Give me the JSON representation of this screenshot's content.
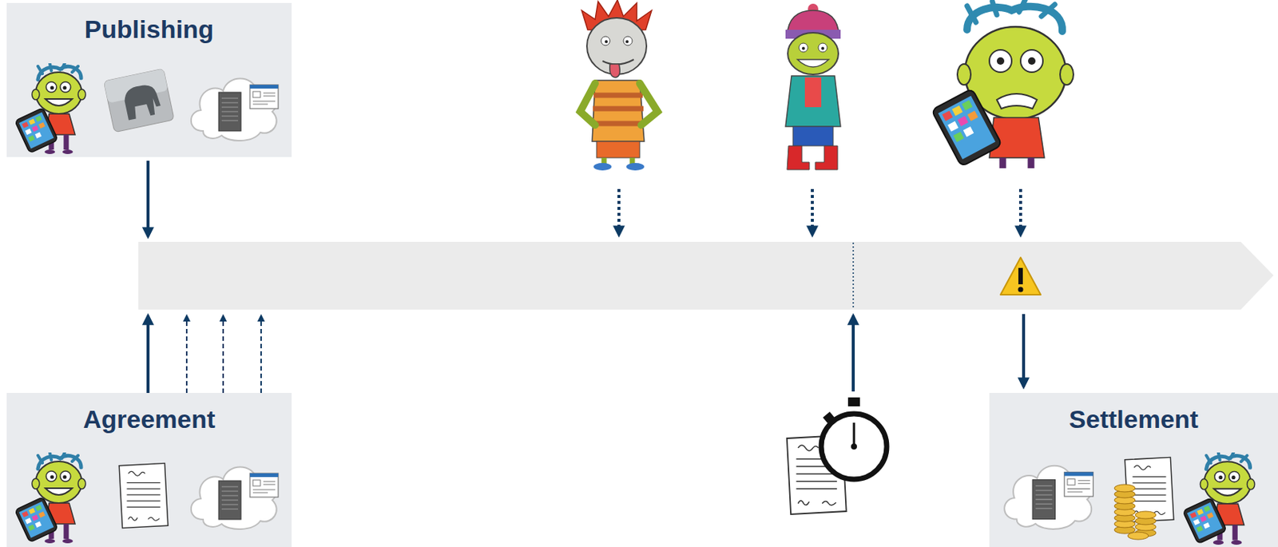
{
  "diagram": {
    "nodes": [
      {
        "text": [
          "Publishing"
        ]
      },
      {
        "text": [
          "Agreement"
        ]
      },
      {
        "text": [
          "Settlement"
        ]
      }
    ]
  }
}
